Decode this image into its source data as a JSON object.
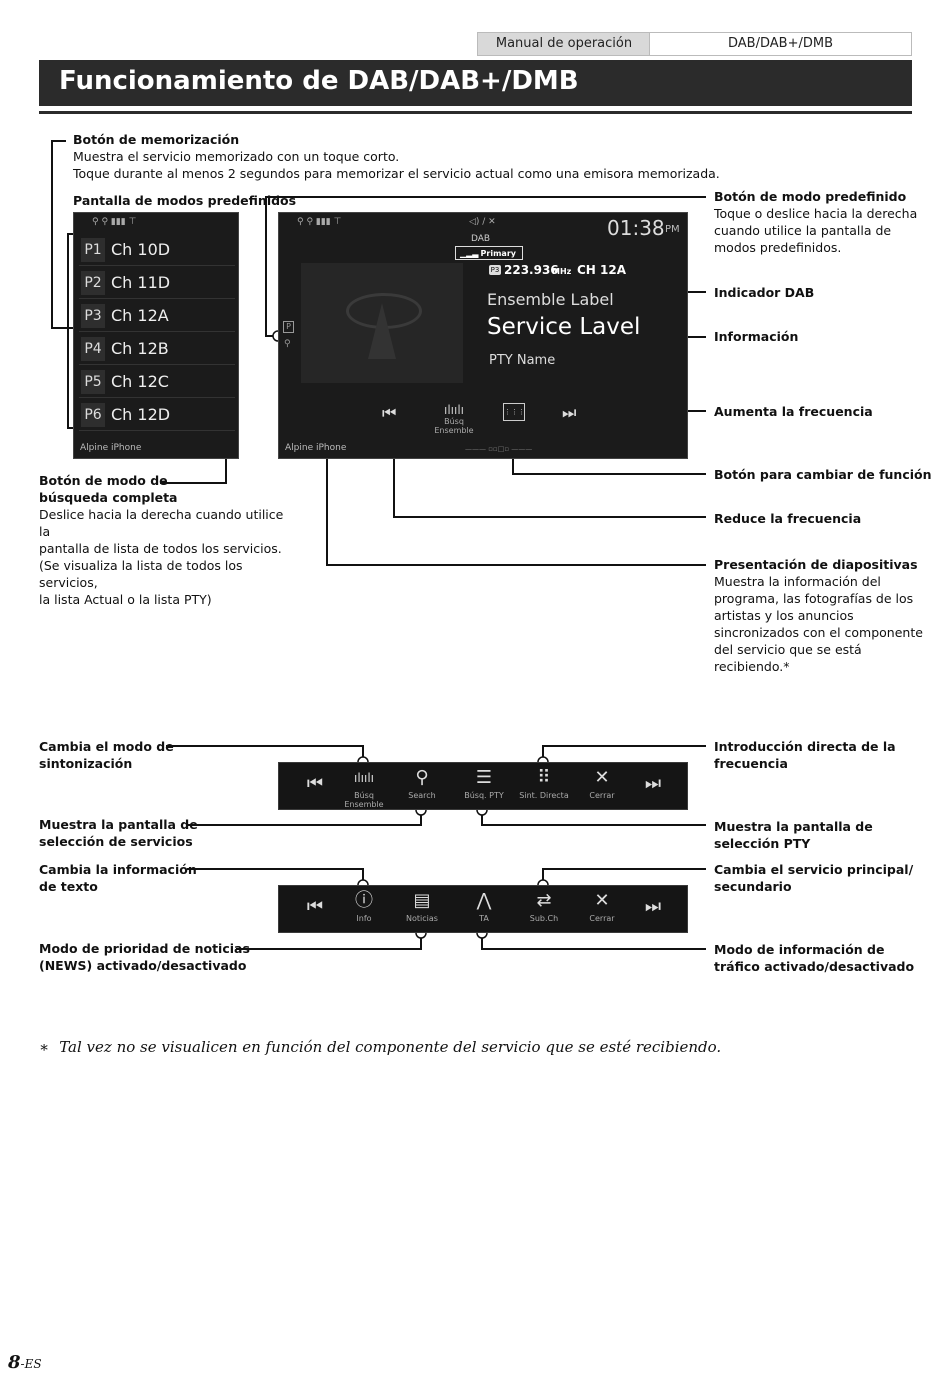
{
  "header": {
    "section": "Manual de operación",
    "topic": "DAB/DAB+/DMB"
  },
  "title": "Funcionamiento de DAB/DAB+/DMB",
  "annotations": {
    "memorize_title": "Botón de memorización",
    "memorize_desc1": "Muestra el servicio memorizado con un toque corto.",
    "memorize_desc2": "Toque durante al menos 2 segundos para memorizar el servicio actual como una emisora memorizada.",
    "preset_screen": "Pantalla de modos predefinidos",
    "preset_mode_title": "Botón de modo predefinido",
    "preset_mode_desc": [
      "Toque o deslice hacia la derecha",
      "cuando utilice la pantalla de",
      "modos predefinidos."
    ],
    "dab_indicator": "Indicador DAB",
    "info": "Información",
    "freq_up": "Aumenta la frecuencia",
    "func_change": "Botón para cambiar de función",
    "freq_down": "Reduce la frecuencia",
    "slideshow_title": "Presentación de diapositivas",
    "slideshow_desc": [
      "Muestra la información del",
      "programa, las fotografías de los",
      "artistas y los anuncios",
      "sincronizados con el componente",
      "del servicio que se está",
      "recibiendo.*"
    ],
    "fullsearch_title": [
      "Botón de modo de",
      "búsqueda completa"
    ],
    "fullsearch_desc": [
      "Deslice hacia la derecha cuando utilice la",
      "pantalla de lista de todos los servicios.",
      "(Se visualiza la lista de todos los servicios,",
      "la lista Actual o la lista PTY)"
    ],
    "tuning_mode": [
      "Cambia el modo de",
      "sintonización"
    ],
    "direct_freq": [
      "Introducción directa de la",
      "frecuencia"
    ],
    "service_select": [
      "Muestra la pantalla de",
      "selección de servicios"
    ],
    "pty_select": [
      "Muestra la pantalla de",
      "selección PTY"
    ],
    "text_info": [
      "Cambia la información",
      "de texto"
    ],
    "main_sub": [
      "Cambia el servicio principal/",
      "secundario"
    ],
    "news_mode": [
      "Modo de prioridad de noticias",
      "(NEWS) activado/desactivado"
    ],
    "traffic_mode": [
      "Modo de información de",
      "tráfico activado/desactivado"
    ]
  },
  "preset_list": {
    "items": [
      {
        "num": "P1",
        "ch": "Ch 10D"
      },
      {
        "num": "P2",
        "ch": "Ch 11D"
      },
      {
        "num": "P3",
        "ch": "Ch 12A"
      },
      {
        "num": "P4",
        "ch": "Ch 12B"
      },
      {
        "num": "P5",
        "ch": "Ch 12C"
      },
      {
        "num": "P6",
        "ch": "Ch 12D"
      }
    ],
    "footer": "Alpine iPhone"
  },
  "main_screen": {
    "time": "01:38",
    "ampm": "PM",
    "band": "DAB",
    "primary": "Primary",
    "preset_badge": "P3",
    "frequency": "223.936",
    "freq_unit": "MHz",
    "channel": "CH 12A",
    "ensemble": "Ensemble Label",
    "service": "Service Lavel",
    "pty": "PTY Name",
    "search_label": "Búsq Ensemble",
    "footer": "Alpine iPhone"
  },
  "bar1": {
    "buttons": [
      "Búsq Ensemble",
      "Search",
      "Búsq. PTY",
      "Sint. Directa",
      "Cerrar"
    ]
  },
  "bar2": {
    "buttons": [
      "Info",
      "Noticias",
      "TA",
      "Sub.Ch",
      "Cerrar"
    ]
  },
  "footnote": {
    "mark": "∗",
    "text": "Tal vez no se visualicen en función del componente del servicio que se esté recibiendo."
  },
  "page": {
    "number": "8",
    "suffix": "-ES"
  }
}
